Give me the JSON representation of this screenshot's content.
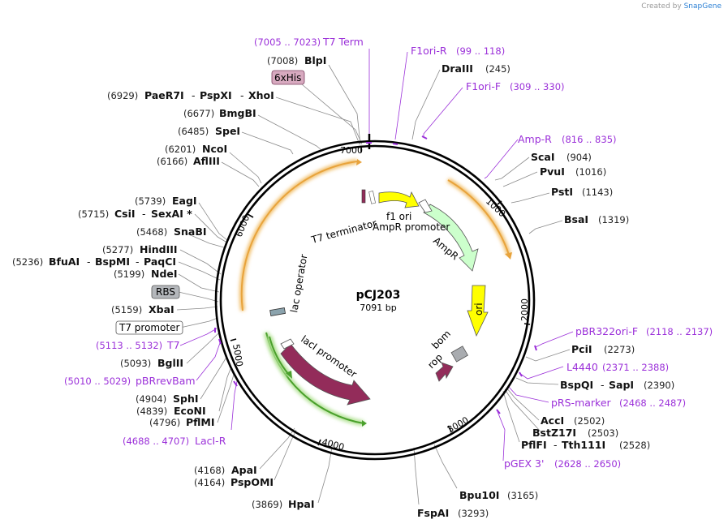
{
  "credit": {
    "prefix": "Created by",
    "brand": "SnapGene"
  },
  "plasmid": {
    "name": "pCJ203",
    "size": "7091 bp"
  },
  "ticks": [
    "1000",
    "2000",
    "3000",
    "4000",
    "5000",
    "6000",
    "7000"
  ],
  "features": {
    "t7_terminator": "T7 terminator",
    "f1_ori": "f1 ori",
    "ampr_promoter": "AmpR promoter",
    "ampr": "AmpR",
    "ori": "ori",
    "bom": "bom",
    "rop": "rop",
    "laci_promoter": "lacI promoter",
    "laci": "lacI",
    "lac_operator": "lac operator"
  },
  "labels": {
    "t7term_pos": "(7005 .. 7023)",
    "t7term_name": "T7 Term",
    "blpi_pos": "(7008)",
    "blpi_name": "BlpI",
    "sixhis": "6xHis",
    "paer7i_pos": "(6929)",
    "paer7i_name": "PaeR7I",
    "pspxi_name": "PspXI",
    "xhoi_name": "XhoI",
    "bmgbi_pos": "(6677)",
    "bmgbi_name": "BmgBI",
    "spei_pos": "(6485)",
    "spei_name": "SpeI",
    "ncoi_pos": "(6201)",
    "ncoi_name": "NcoI",
    "aflii_pos": "(6166)",
    "aflii_name": "AflIII",
    "eagi_pos": "(5739)",
    "eagi_name": "EagI",
    "csii_pos": "(5715)",
    "csii_name": "CsiI",
    "sexai_name": "SexAI *",
    "snabi_pos": "(5468)",
    "snabi_name": "SnaBI",
    "hindiii_pos": "(5277)",
    "hindiii_name": "HindIII",
    "bfuai_pos": "(5236)",
    "bfuai_name": "BfuAI",
    "bspmi_name": "BspMI",
    "paqci_name": "PaqCI",
    "ndei_pos": "(5199)",
    "ndei_name": "NdeI",
    "rbs": "RBS",
    "xbai_pos": "(5159)",
    "xbai_name": "XbaI",
    "t7promoter": "T7 promoter",
    "t7_pos": "(5113 .. 5132)",
    "t7_name": "T7",
    "bglii_pos": "(5093)",
    "bglii_name": "BglII",
    "pbrrevbam_pos": "(5010 .. 5029)",
    "pbrrevbam_name": "pBRrevBam",
    "sphi_pos": "(4904)",
    "sphi_name": "SphI",
    "econi_pos": "(4839)",
    "econi_name": "EcoNI",
    "pflmi_pos": "(4796)",
    "pflmi_name": "PflMI",
    "lacir_pos": "(4688 .. 4707)",
    "lacir_name": "LacI-R",
    "apai_pos": "(4168)",
    "apai_name": "ApaI",
    "pspomi_pos": "(4164)",
    "pspomi_name": "PspOMI",
    "hpai_pos": "(3869)",
    "hpai_name": "HpaI",
    "fspai_name": "FspAI",
    "fspai_pos": "(3293)",
    "bpu10i_name": "Bpu10I",
    "bpu10i_pos": "(3165)",
    "gex3_name": "pGEX 3'",
    "gex3_pos": "(2628 .. 2650)",
    "pflfi_name": "PflFI",
    "tth111i_name": "Tth111I",
    "pflfi_pos": "(2528)",
    "bstz17i_name": "BstZ17I",
    "bstz17i_pos": "(2503)",
    "acci_name": "AccI",
    "acci_pos": "(2502)",
    "prsmarker_name": "pRS-marker",
    "prsmarker_pos": "(2468 .. 2487)",
    "bspqi_name": "BspQI",
    "sapi_name": "SapI",
    "bspqi_pos": "(2390)",
    "l4440_name": "L4440",
    "l4440_pos": "(2371 .. 2388)",
    "pcii_name": "PciI",
    "pcii_pos": "(2273)",
    "pbr322orif_name": "pBR322ori-F",
    "pbr322orif_pos": "(2118 .. 2137)",
    "bsai_name": "BsaI",
    "bsai_pos": "(1319)",
    "psti_name": "PstI",
    "psti_pos": "(1143)",
    "pvui_name": "PvuI",
    "pvui_pos": "(1016)",
    "scai_name": "ScaI",
    "scai_pos": "(904)",
    "ampr_primer_name": "Amp-R",
    "ampr_primer_pos": "(816 .. 835)",
    "f1orif_name": "F1ori-F",
    "f1orif_pos": "(309 .. 330)",
    "draiii_name": "DraIII",
    "draiii_pos": "(245)",
    "f1orir_name": "F1ori-R",
    "f1orir_pos": "(99 .. 118)"
  },
  "colors": {
    "enzyme": "#111111",
    "position": "#222222",
    "primer": "#9b30d9",
    "yellow": "#ffff00",
    "ampr": "#ccffcc",
    "laci": "#932c5a",
    "orange": "#e8a33c",
    "green": "#4aa02c",
    "gray": "#a9acb0"
  }
}
